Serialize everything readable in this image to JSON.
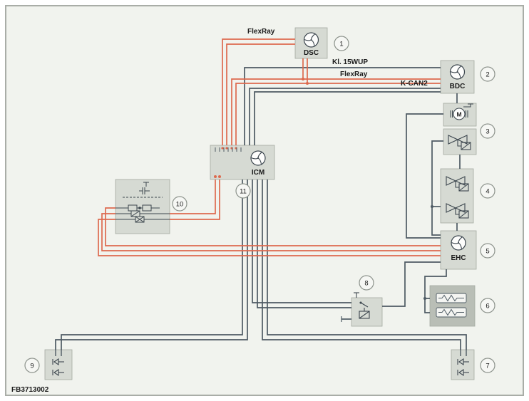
{
  "figure": {
    "id": "FB3713002"
  },
  "wire_labels": {
    "flexray_top": "FlexRay",
    "kl_15wup": "Kl. 15WUP",
    "flexray_mid": "FlexRay",
    "k_can2": "K-CAN2"
  },
  "modules": {
    "dsc": "DSC",
    "bdc": "BDC",
    "icm": "ICM",
    "ehc": "EHC",
    "motor": "M"
  },
  "callouts": {
    "c1": "1",
    "c2": "2",
    "c3": "3",
    "c4": "4",
    "c5": "5",
    "c6": "6",
    "c7": "7",
    "c8": "8",
    "c9": "9",
    "c10": "10",
    "c11": "11"
  },
  "colors": {
    "flexray_wire": "#dd6a4e",
    "signal_wire": "#4d5a63",
    "canvas": "#f1f3ee",
    "module_fill": "#d6dad3",
    "module_fill_dark": "#b9beb6"
  }
}
